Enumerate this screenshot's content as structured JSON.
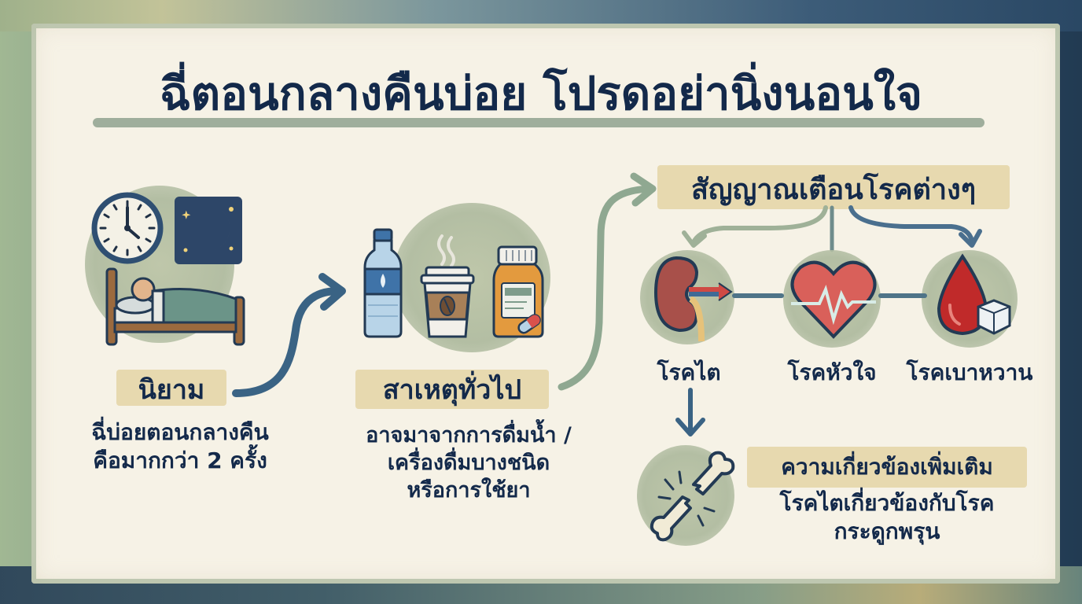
{
  "title": "ฉี่ตอนกลางคืนบ่อย โปรดอย่านิ่งนอนใจ",
  "sections": {
    "definition": {
      "heading": "นิยาม",
      "lines": [
        "ฉี่บ่อยตอนกลางคืน",
        "คือมากกว่า 2 ครั้ง"
      ],
      "icons": [
        "clock-icon",
        "moon-night-icon",
        "person-sleeping-bed-icon"
      ]
    },
    "causes": {
      "heading": "สาเหตุทั่วไป",
      "lines": [
        "อาจมาจากการดื่มน้ำ /",
        "เครื่องดื่มบางชนิด",
        "หรือการใช้ยา"
      ],
      "icons": [
        "water-bottle-icon",
        "coffee-cup-icon",
        "medicine-bottle-icon"
      ]
    },
    "warnings": {
      "heading": "สัญญาณเตือนโรคต่างๆ",
      "diseases": [
        {
          "label": "โรคไต",
          "icon": "kidney-icon"
        },
        {
          "label": "โรคหัวใจ",
          "icon": "heart-pulse-icon"
        },
        {
          "label": "โรคเบาหวาน",
          "icon": "blood-drop-sugar-icon"
        }
      ]
    },
    "related": {
      "heading": "ความเกี่ยวข้องเพิ่มเติม",
      "lines": [
        "โรคไตเกี่ยวข้องกับโรค",
        "กระดูกพรุน"
      ],
      "icon": "broken-bone-icon"
    }
  },
  "colors": {
    "text": "#13294a",
    "label_highlight": "#e6d6a8",
    "circle_bg": "#b3bea3",
    "arrow_blue": "#3a6384",
    "arrow_green": "#8fa891",
    "paper": "#f6f2e6"
  }
}
